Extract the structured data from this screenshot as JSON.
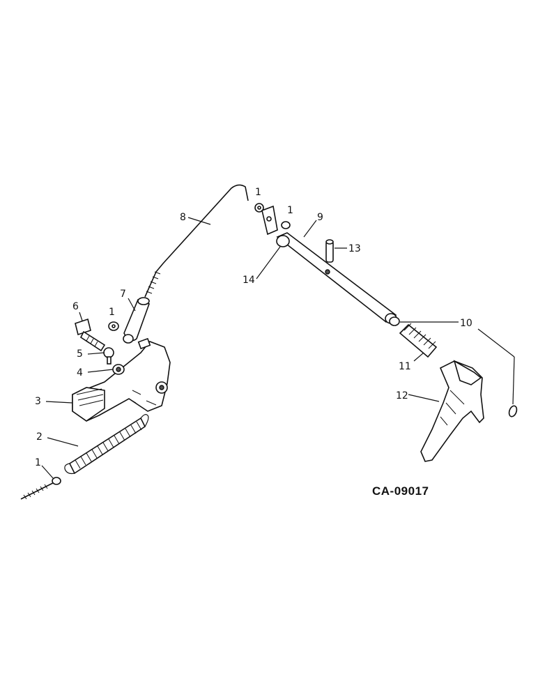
{
  "drawing_code": "CA-09017",
  "callouts": [
    {
      "id": "c1",
      "label": "1"
    },
    {
      "id": "c2",
      "label": "2"
    },
    {
      "id": "c3",
      "label": "3"
    },
    {
      "id": "c4",
      "label": "4"
    },
    {
      "id": "c5",
      "label": "5"
    },
    {
      "id": "c6",
      "label": "6"
    },
    {
      "id": "c7",
      "label": "7"
    },
    {
      "id": "c8",
      "label": "8"
    },
    {
      "id": "c9",
      "label": "9"
    },
    {
      "id": "c10",
      "label": "10"
    },
    {
      "id": "c11",
      "label": "11"
    },
    {
      "id": "c12",
      "label": "12"
    },
    {
      "id": "c13",
      "label": "13"
    },
    {
      "id": "c14",
      "label": "14"
    },
    {
      "id": "c1b",
      "label": "1"
    },
    {
      "id": "c1c",
      "label": "1"
    },
    {
      "id": "c1d",
      "label": "1"
    }
  ]
}
